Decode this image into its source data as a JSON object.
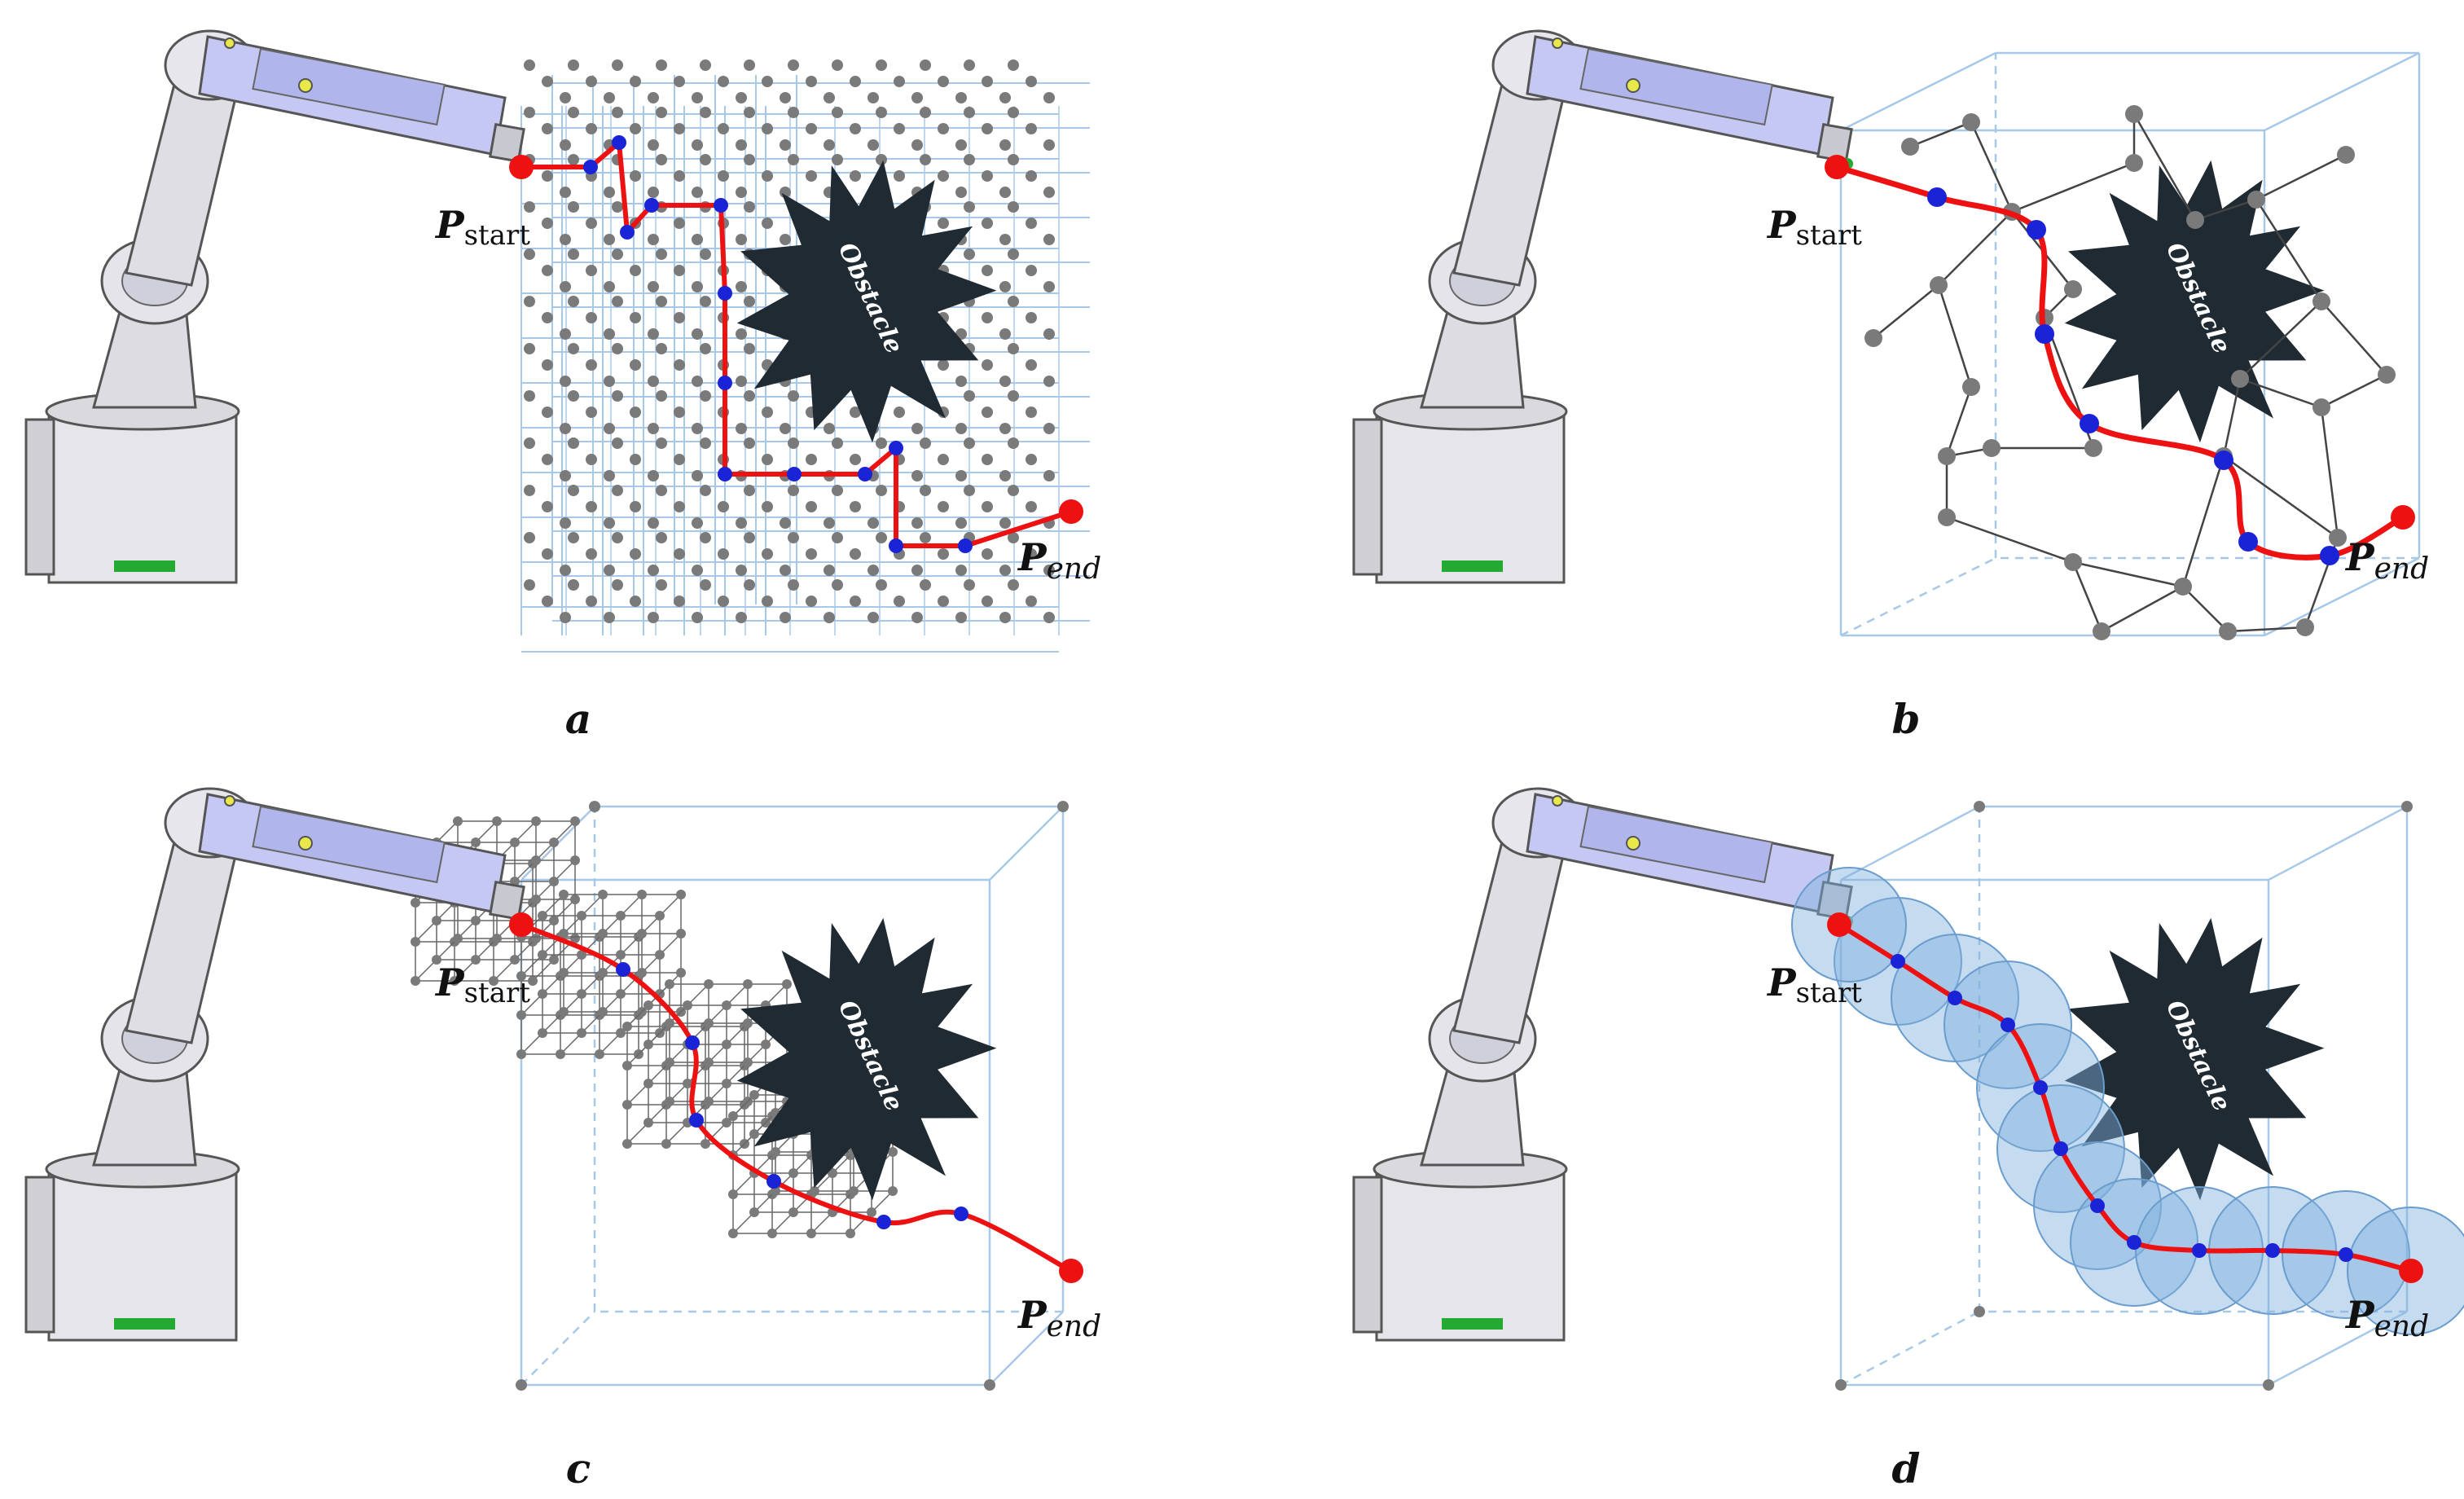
{
  "figure": {
    "colors": {
      "path": "#ee1111",
      "waypoint": "#1a24d6",
      "node": "#7a7a7a",
      "grid": "#a8c8e8",
      "graph_edge": "#444444",
      "obstacle": "#1f2a33",
      "sphere": "#7fb0dd",
      "robot": "#d8d8dc",
      "robot_accent": "#b9bff0"
    },
    "labels": {
      "p_main": "P",
      "start_sub": "start",
      "end_sub": "end",
      "obstacle": "Obstacle"
    },
    "panels": [
      {
        "letter": "a",
        "method": "grid-search"
      },
      {
        "letter": "b",
        "method": "probabilistic-roadmap"
      },
      {
        "letter": "c",
        "method": "local-lattice"
      },
      {
        "letter": "d",
        "method": "sphere-corridor"
      }
    ]
  }
}
